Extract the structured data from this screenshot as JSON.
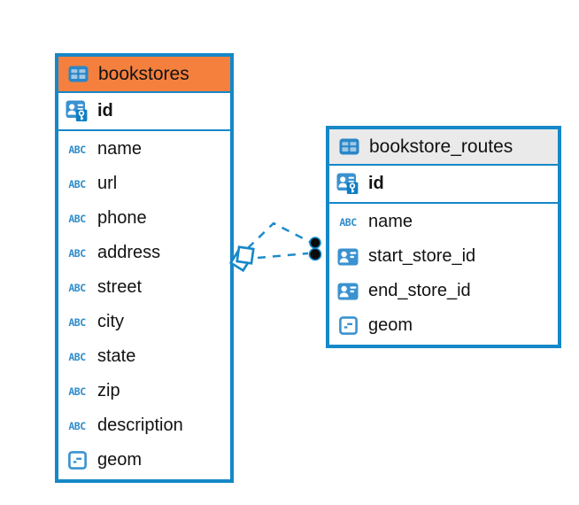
{
  "icons": {
    "text_glyph": "ABC"
  },
  "colors": {
    "table_border": "#1588c8",
    "bookstores_header_bg": "#f5803e",
    "routes_header_bg": "#eaeaea",
    "connector_blue": "#1f8cc9",
    "endpoint_dot": "#0a0a0a",
    "icon_blue": "#3a92d0"
  },
  "tables": [
    {
      "name": "bookstores",
      "header_bg": "#f5803e",
      "primary_key": {
        "name": "id",
        "type": "primary-key"
      },
      "columns": [
        {
          "name": "name",
          "type": "text"
        },
        {
          "name": "url",
          "type": "text"
        },
        {
          "name": "phone",
          "type": "text"
        },
        {
          "name": "address",
          "type": "text"
        },
        {
          "name": "street",
          "type": "text"
        },
        {
          "name": "city",
          "type": "text"
        },
        {
          "name": "state",
          "type": "text"
        },
        {
          "name": "zip",
          "type": "text"
        },
        {
          "name": "description",
          "type": "text"
        },
        {
          "name": "geom",
          "type": "geometry"
        }
      ]
    },
    {
      "name": "bookstore_routes",
      "header_bg": "#eaeaea",
      "primary_key": {
        "name": "id",
        "type": "primary-key"
      },
      "columns": [
        {
          "name": "name",
          "type": "text"
        },
        {
          "name": "start_store_id",
          "type": "reference"
        },
        {
          "name": "end_store_id",
          "type": "reference"
        },
        {
          "name": "geom",
          "type": "geometry"
        }
      ]
    }
  ],
  "connections": [
    {
      "from": "bookstores",
      "to": "bookstore_routes",
      "style": "dashed"
    },
    {
      "from": "bookstores",
      "to": "bookstore_routes",
      "style": "dashed"
    }
  ]
}
